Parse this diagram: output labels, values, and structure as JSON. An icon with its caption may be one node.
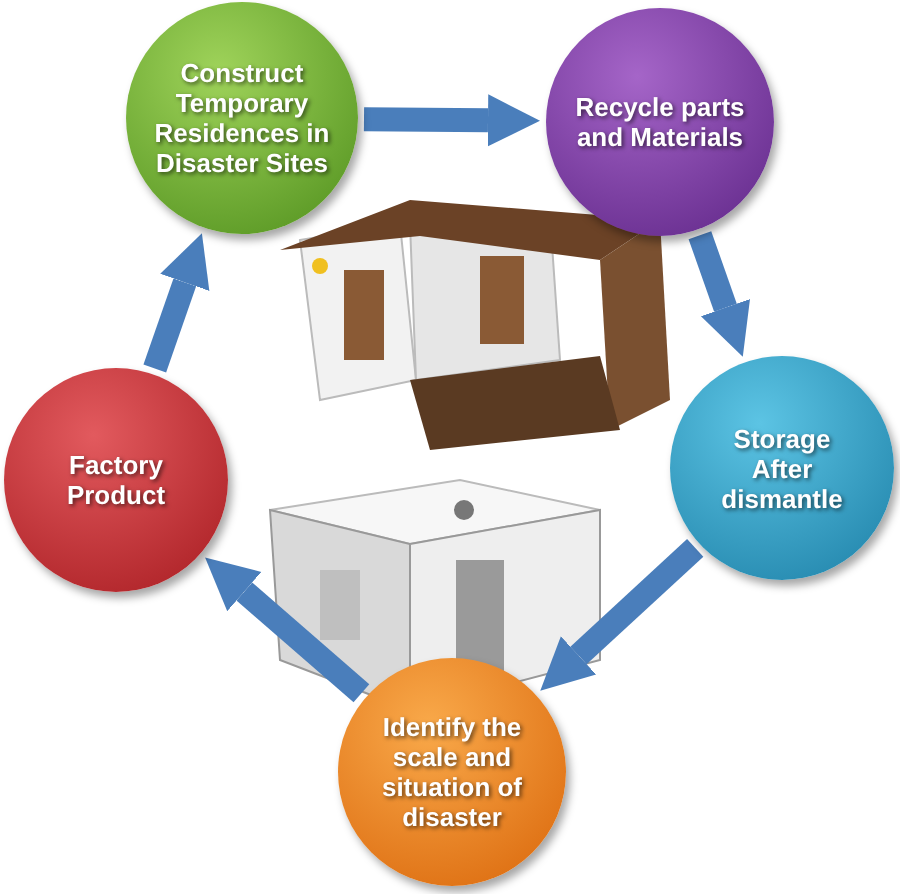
{
  "diagram": {
    "nodes": [
      {
        "text": [
          "Construct Temporary Residences in Disaster Sites"
        ]
      },
      {
        "text": [
          "Recycle parts and Materials"
        ]
      },
      {
        "text": [
          "Storage After dismantle"
        ]
      },
      {
        "text": [
          "Identify the scale and situation of disaster"
        ]
      },
      {
        "text": [
          "Factory Product"
        ]
      }
    ],
    "edges": [
      {
        "from": 0,
        "to": 1,
        "arrow": "to"
      },
      {
        "from": 1,
        "to": 2,
        "arrow": "to"
      },
      {
        "from": 2,
        "to": 3,
        "arrow": "to"
      },
      {
        "from": 3,
        "to": 4,
        "arrow": "to"
      },
      {
        "from": 4,
        "to": 0,
        "arrow": "to"
      }
    ]
  }
}
